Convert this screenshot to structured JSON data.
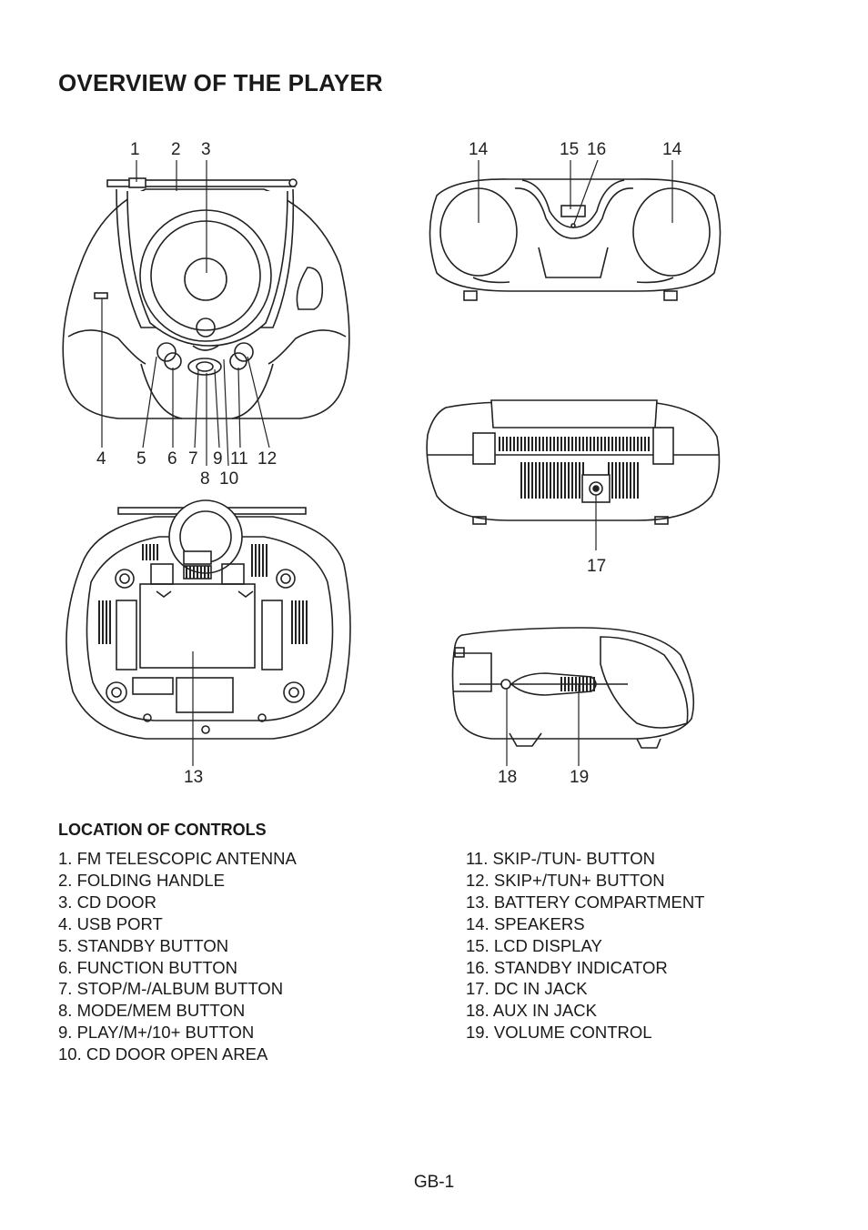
{
  "title": "OVERVIEW OF THE PLAYER",
  "subtitle": "LOCATION OF CONTROLS",
  "callouts": {
    "front": [
      "1",
      "2",
      "3",
      "4",
      "5",
      "6",
      "7",
      "8",
      "9",
      "10",
      "11",
      "12"
    ],
    "top": [
      "14",
      "15",
      "16",
      "14"
    ],
    "back": [
      "17"
    ],
    "bottom": [
      "13"
    ],
    "side": [
      "18",
      "19"
    ]
  },
  "controls_left": [
    "1. FM TELESCOPIC ANTENNA",
    "2. FOLDING HANDLE",
    "3. CD DOOR",
    "4. USB PORT",
    "5. STANDBY BUTTON",
    "6. FUNCTION BUTTON",
    "7. STOP/M-/ALBUM BUTTON",
    "8. MODE/MEM BUTTON",
    "9. PLAY/M+/10+ BUTTON",
    "10. CD DOOR OPEN AREA"
  ],
  "controls_right": [
    "11. SKIP-/TUN- BUTTON",
    "12. SKIP+/TUN+ BUTTON",
    "13. BATTERY COMPARTMENT",
    "14. SPEAKERS",
    "15. LCD DISPLAY",
    "16. STANDBY INDICATOR",
    "17. DC IN JACK",
    "18. AUX IN JACK",
    "19. VOLUME CONTROL"
  ],
  "page_number": "GB-1"
}
